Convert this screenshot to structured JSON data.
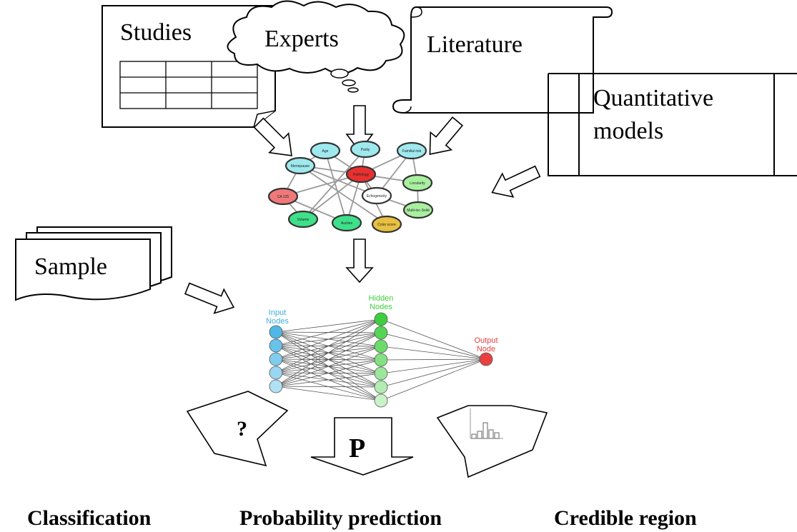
{
  "sources": {
    "studies": "Studies",
    "experts": "Experts",
    "literature": "Literature",
    "quantitative_line1": "Quantitative",
    "quantitative_line2": "models",
    "sample": "Sample"
  },
  "bn_nodes": [
    {
      "label": "Age",
      "color": "#9ee9ee"
    },
    {
      "label": "Parity",
      "color": "#9ee9ee"
    },
    {
      "label": "Familial risk",
      "color": "#9ee9ee"
    },
    {
      "label": "Menopause",
      "color": "#9ee9ee"
    },
    {
      "label": "Pathology",
      "color": "#e83030"
    },
    {
      "label": "Locularity",
      "color": "#a8f0a0"
    },
    {
      "label": "Echogenicity",
      "color": "#ffffff"
    },
    {
      "label": "CA 125",
      "color": "#f07878"
    },
    {
      "label": "Multi-loc-Solid",
      "color": "#a8f0a0"
    },
    {
      "label": "Volume",
      "color": "#3ee08a"
    },
    {
      "label": "Ascites",
      "color": "#3ee08a"
    },
    {
      "label": "Color score",
      "color": "#e8c040"
    }
  ],
  "nn": {
    "input_label_1": "Input",
    "input_label_2": "Nodes",
    "hidden_label_1": "Hidden",
    "hidden_label_2": "Nodes",
    "output_label_1": "Output",
    "output_label_2": "Node",
    "input_color": "#4fb8e6",
    "hidden_color": "#3ecf3e",
    "output_color": "#e84040",
    "input_count": 5,
    "hidden_count": 7
  },
  "outputs": {
    "classification_symbol": "?",
    "probability_symbol": "P",
    "classification": "Classification",
    "probability": "Probability prediction",
    "credible": "Credible region"
  },
  "mini_histogram": [
    0.15,
    0.25,
    0.55,
    0.3,
    0.2
  ]
}
